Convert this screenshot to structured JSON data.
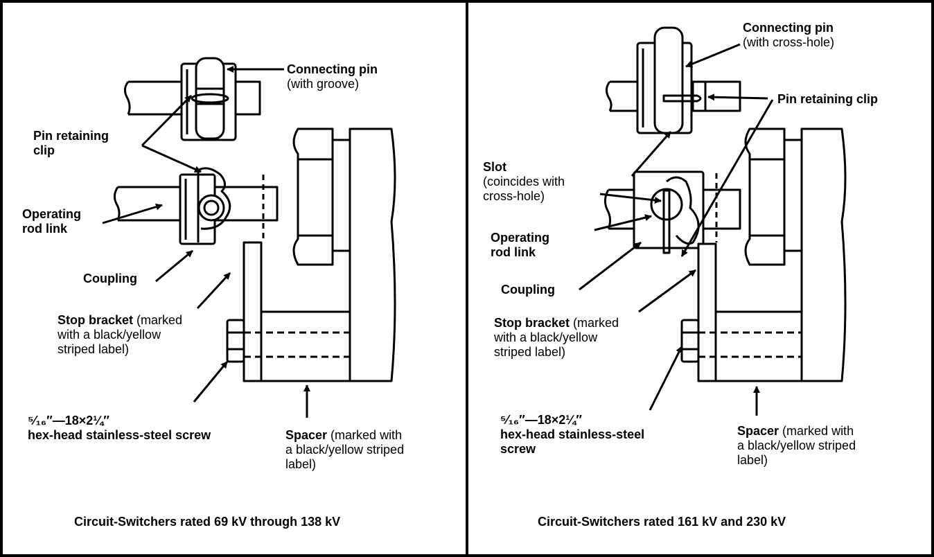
{
  "left": {
    "connecting_pin": {
      "title": "Connecting pin",
      "sub": "(with groove)"
    },
    "pin_retaining_clip": {
      "line1": "Pin retaining",
      "line2": "clip"
    },
    "operating_rod_link": {
      "line1": "Operating",
      "line2": "rod link"
    },
    "coupling": "Coupling",
    "stop_bracket": {
      "bold": "Stop bracket",
      "rest1": " (marked",
      "line2": "with a black/yellow",
      "line3": "striped label)"
    },
    "screw": {
      "line1": "⁵⁄₁₆″—18×2¼″",
      "line2": "hex-head stainless-steel screw"
    },
    "spacer": {
      "bold": "Spacer",
      "rest1": " (marked with",
      "line2": "a black/yellow striped",
      "line3": "label)"
    },
    "caption": "Circuit-Switchers rated 69 kV through 138 kV"
  },
  "right": {
    "connecting_pin": {
      "title": "Connecting pin",
      "sub": "(with cross-hole)"
    },
    "pin_retaining_clip": "Pin retaining clip",
    "slot": {
      "title": "Slot",
      "line2": "(coincides with",
      "line3": "cross-hole)"
    },
    "operating_rod_link": {
      "line1": "Operating",
      "line2": "rod link"
    },
    "coupling": "Coupling",
    "stop_bracket": {
      "bold": "Stop bracket",
      "rest1": " (marked",
      "line2": "with a black/yellow",
      "line3": "striped label)"
    },
    "screw": {
      "line1": "⁵⁄₁₆″—18×2¼″",
      "line2": "hex-head stainless-steel",
      "line3": "screw"
    },
    "spacer": {
      "bold": "Spacer",
      "rest1": " (marked with",
      "line2": "a black/yellow striped",
      "line3": "label)"
    },
    "caption": "Circuit-Switchers rated 161 kV and 230 kV"
  }
}
